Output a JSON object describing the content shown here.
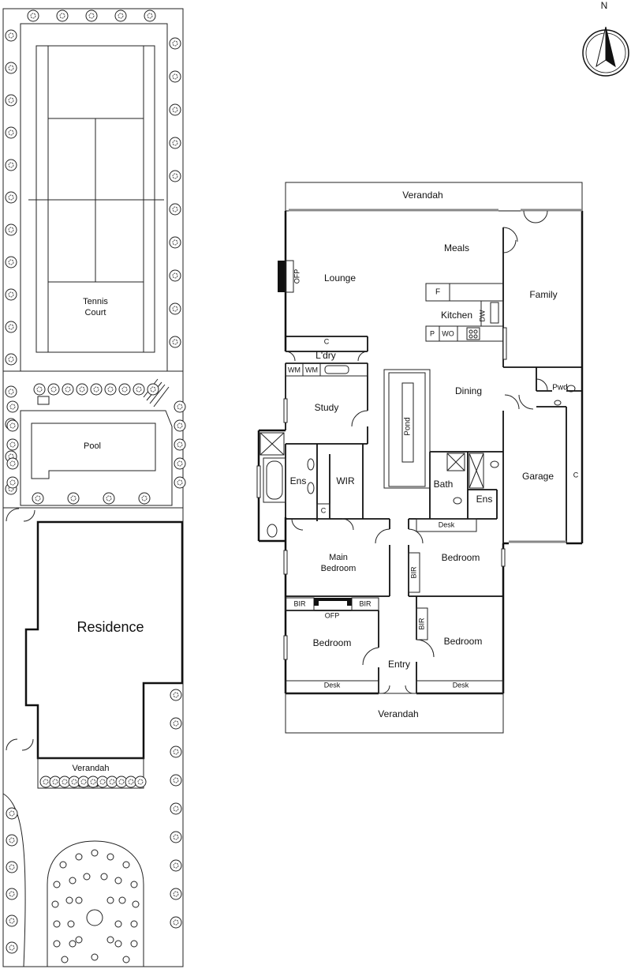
{
  "compass": {
    "label": "N"
  },
  "site": {
    "tennis_court": [
      "Tennis",
      "Court"
    ],
    "pool": "Pool",
    "residence": "Residence",
    "verandah": "Verandah"
  },
  "floor": {
    "verandah_top": "Verandah",
    "meals": "Meals",
    "lounge": "Lounge",
    "ofp": "OFP",
    "family": "Family",
    "f": "F",
    "kitchen": "Kitchen",
    "dw": "DW",
    "p": "P",
    "wo": "WO",
    "c": "C",
    "laundry": "L'dry",
    "wm": "WM",
    "study": "Study",
    "dining": "Dining",
    "pond": "Pond",
    "pwd": "Pwd",
    "garage": "Garage",
    "ens": "Ens",
    "wir": "WIR",
    "bath": "Bath",
    "desk": "Desk",
    "bedroom": "Bedroom",
    "main_bedroom": [
      "Main",
      "Bedroom"
    ],
    "bir": "BIR",
    "entry": "Entry",
    "verandah_bottom": "Verandah"
  }
}
